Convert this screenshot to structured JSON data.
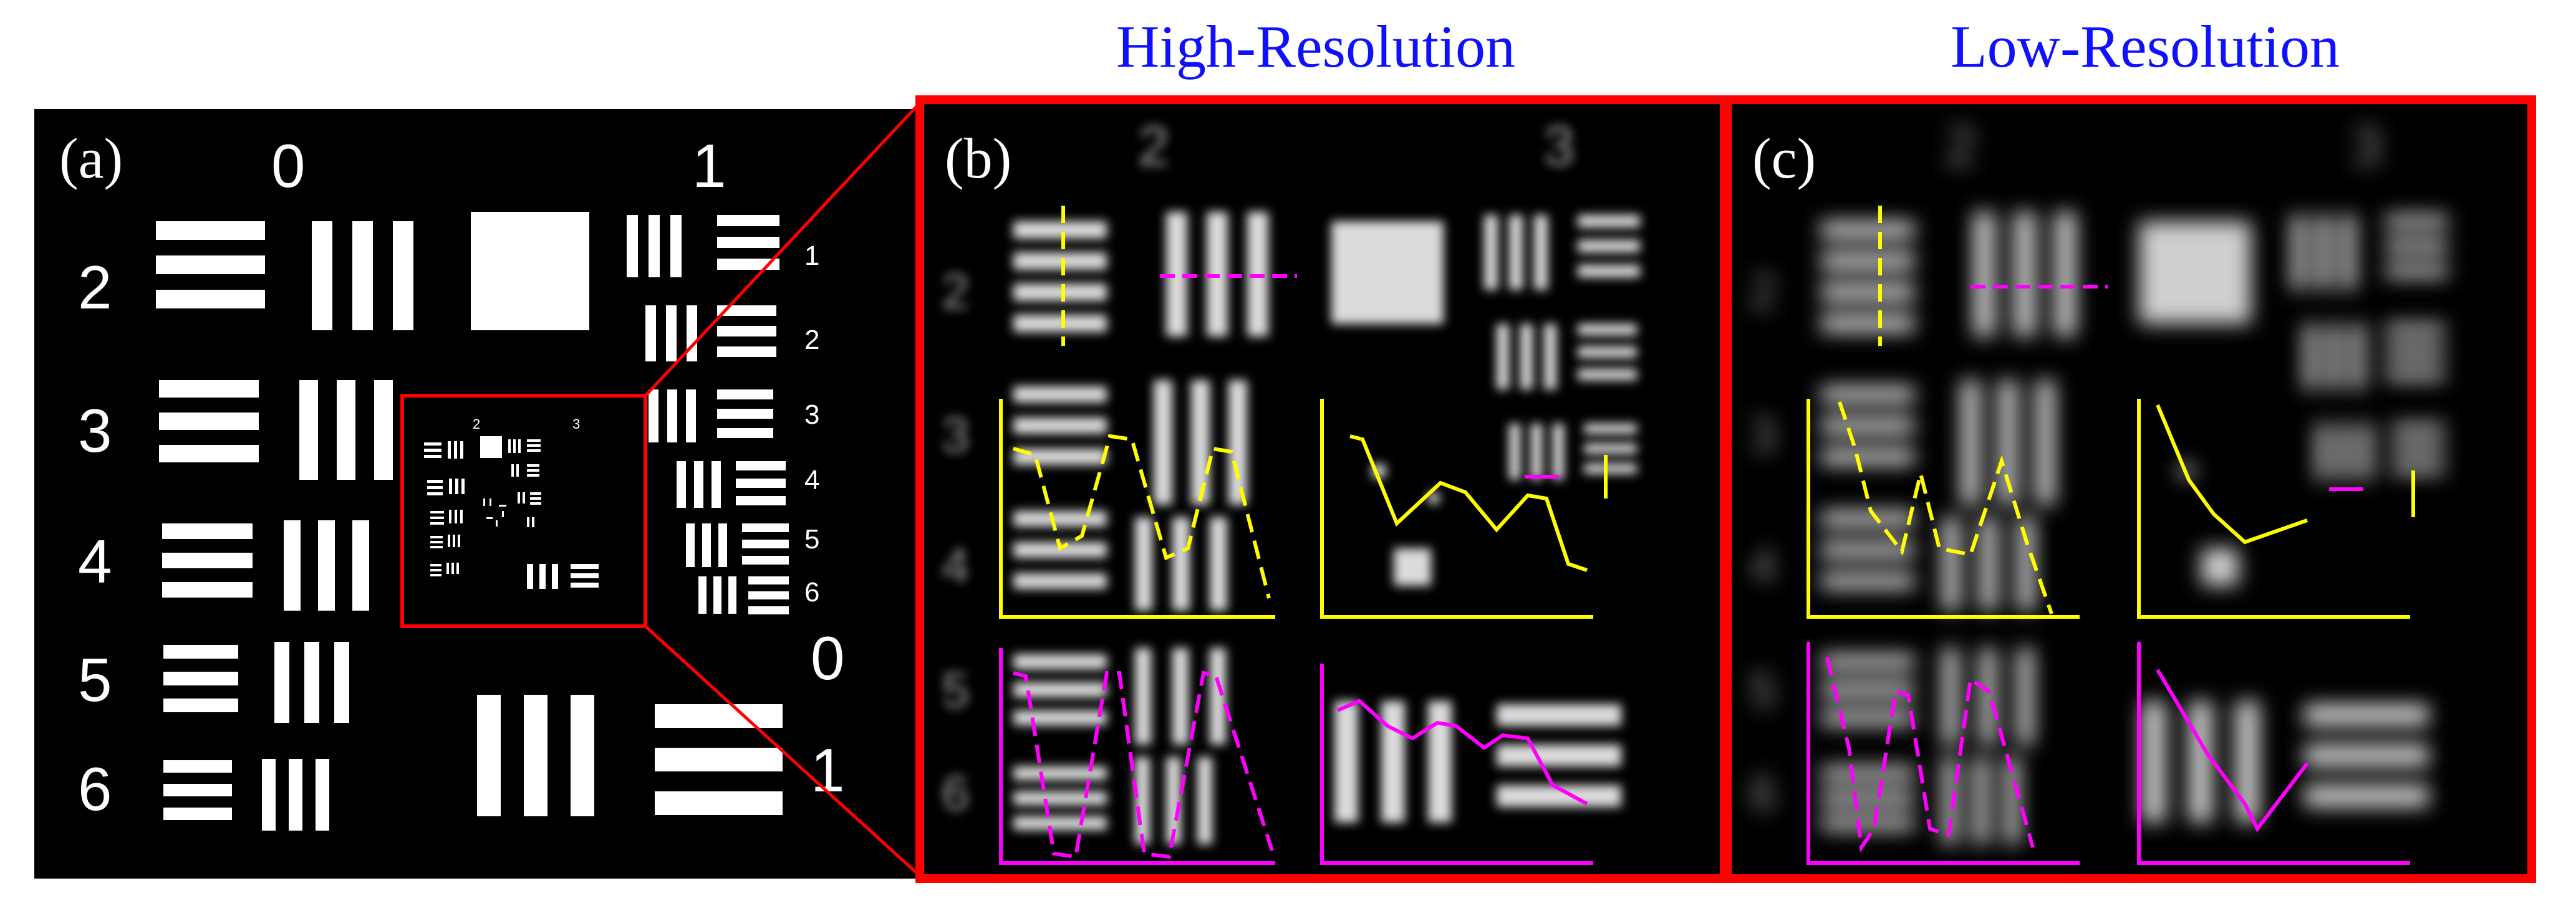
{
  "headers": {
    "high_resolution": "High-Resolution",
    "low_resolution": "Low-Resolution"
  },
  "panels": {
    "a": {
      "label": "(a)",
      "group_labels": [
        "0",
        "1"
      ],
      "element_labels_left": [
        "2",
        "3",
        "4",
        "5",
        "6"
      ],
      "element_labels_right": [
        "1",
        "2",
        "3",
        "4",
        "5",
        "6"
      ],
      "right_group_labels": [
        "0",
        "1"
      ],
      "inset_group_labels": [
        "2",
        "3"
      ]
    },
    "b": {
      "label": "(b)",
      "group_labels": [
        "2",
        "3"
      ],
      "side_labels": [
        "2",
        "3",
        "4",
        "5",
        "6"
      ]
    },
    "c": {
      "label": "(c)",
      "group_labels": [
        "2",
        "3"
      ],
      "side_labels": [
        "2",
        "3",
        "4",
        "5",
        "6"
      ]
    }
  },
  "colors": {
    "background": "#000000",
    "bars": "#ffffff",
    "highlight": "#ff0000",
    "profile_vertical": "#ffff00",
    "profile_horizontal": "#ff00ff",
    "header_text": "#1010ff"
  }
}
